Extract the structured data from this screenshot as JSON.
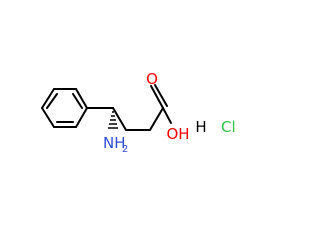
{
  "molecule": {
    "atoms": {
      "oxygen_carbonyl": "O",
      "hydroxyl": "OH",
      "amine_main": "NH",
      "amine_subscript": "2",
      "hcl_h": "H",
      "hcl_cl": "Cl"
    },
    "colors": {
      "bond": "#000000",
      "oxygen": "#ff0000",
      "nitrogen": "#2d4fd6",
      "chlorine": "#2ec445",
      "hydrogen": "#000000"
    }
  }
}
